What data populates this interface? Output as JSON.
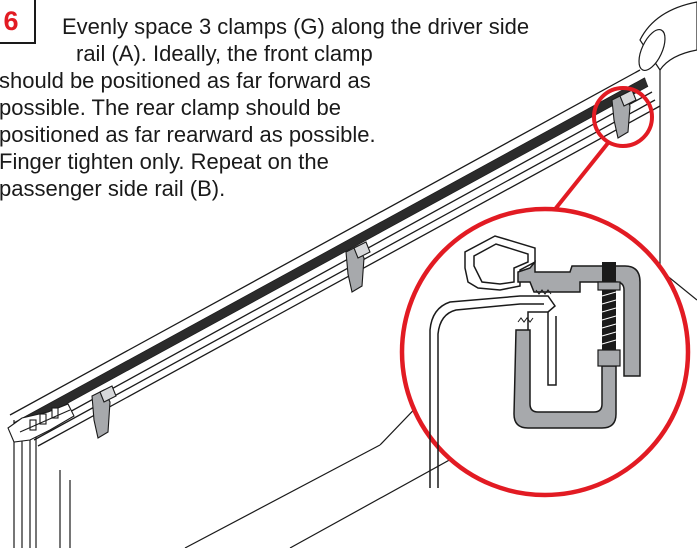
{
  "step": {
    "number": "6",
    "accent_color": "#e21b23"
  },
  "instruction": {
    "lines": [
      "Evenly space 3 clamps (G) along the driver side",
      "rail (A). Ideally, the front clamp",
      "should be positioned as far forward as",
      "possible. The rear  clamp should be",
      "positioned as far rearward  as possible.",
      "Finger tighten only. Repeat on the",
      "passenger side rail (B)."
    ]
  },
  "illustration": {
    "subject": "truck bed side rail with three clamps and a magnified clamp detail",
    "clamp_count": 3,
    "detail_circle_color": "#e21b23",
    "clamp_fill_color": "#a7a9ac",
    "line_color": "#1a1a1a"
  }
}
